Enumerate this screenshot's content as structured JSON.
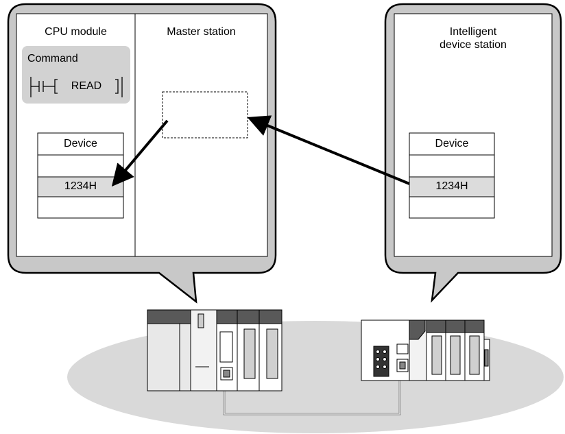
{
  "left_callout": {
    "cpu_module_label": "CPU module",
    "master_station_label": "Master station",
    "command_box": {
      "title": "Command",
      "instruction": "READ"
    },
    "device_table": {
      "header": "Device",
      "value": "1234H"
    }
  },
  "right_callout": {
    "station_label_line1": "Intelligent",
    "station_label_line2": "device station",
    "device_table": {
      "header": "Device",
      "value": "1234H"
    }
  },
  "colors": {
    "callout_fill": "#c8c8c8",
    "panel_fill": "#ffffff",
    "command_fill": "#d2d2d2",
    "value_row_fill": "#dcdcdc",
    "ground_fill": "#d9d9d9",
    "arrow": "#000000"
  },
  "hardware_icons": [
    "plc-rack-icon",
    "io-module-icon",
    "ethernet-port-icon",
    "network-cable-icon"
  ]
}
